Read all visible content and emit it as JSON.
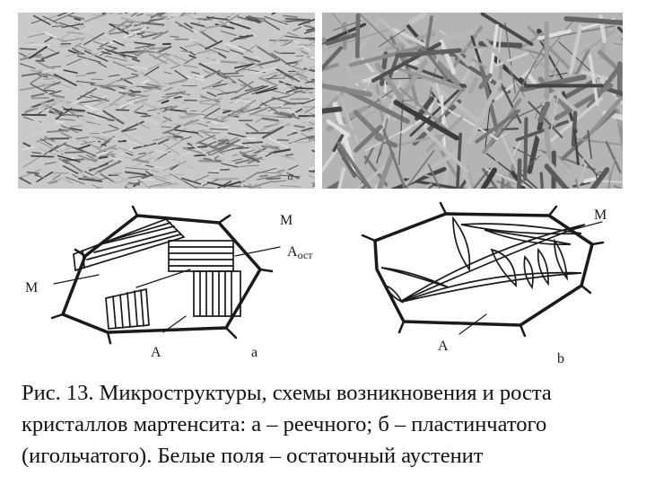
{
  "micrographs": {
    "left": {
      "letter": "a"
    },
    "right": {
      "letter": "б"
    }
  },
  "scheme_a": {
    "labels": {
      "martensite_top": "М",
      "martensite_left": "М",
      "retained_austenite_base": "А",
      "retained_austenite_sub": "ост",
      "austenite": "А",
      "letter": "а"
    }
  },
  "scheme_b": {
    "labels": {
      "martensite": "М",
      "austenite": "А",
      "letter": "b"
    }
  },
  "caption": {
    "lines": [
      "Рис. 13. Микроструктуры, схемы возникновения и роста",
      "кристаллов мартенсита: а – реечного; б – пластинчатого",
      "(игольчатого). Белые поля – остаточный аустенит"
    ]
  },
  "colors": {
    "ink": "#1a1a1a",
    "photo_light": "#d8d8d8",
    "photo_dark": "#6e6e6e"
  }
}
